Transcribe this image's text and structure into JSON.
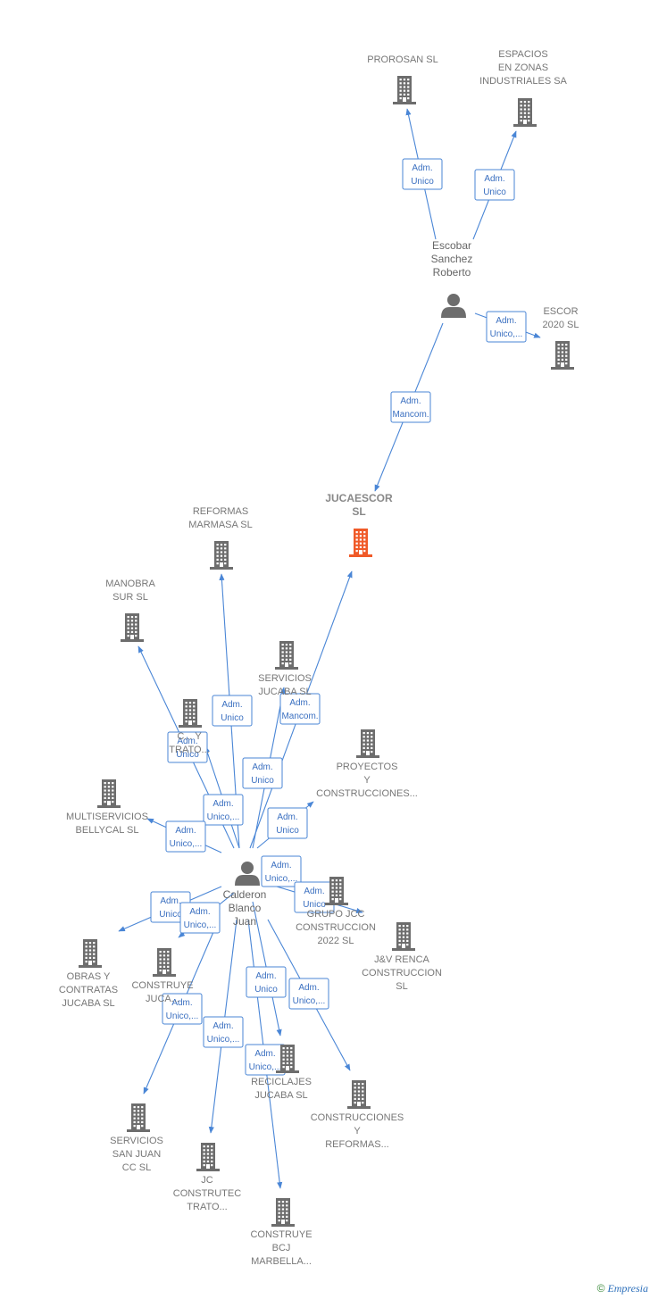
{
  "colors": {
    "company": "#6d6d6d",
    "focus": "#f05a28",
    "person": "#6d6d6d",
    "edge": "#4a86d6"
  },
  "nodes": [
    {
      "id": "prorosan",
      "type": "company",
      "lines": [
        "PROROSAN SL"
      ]
    },
    {
      "id": "espacios",
      "type": "company",
      "lines": [
        "ESPACIOS",
        "EN ZONAS",
        "INDUSTRIALES SA"
      ]
    },
    {
      "id": "escobar",
      "type": "person",
      "lines": [
        "Escobar",
        "Sanchez",
        "Roberto"
      ]
    },
    {
      "id": "escor",
      "type": "company",
      "lines": [
        "ESCOR",
        "2020  SL"
      ]
    },
    {
      "id": "jucaescor",
      "type": "focus",
      "lines": [
        "JUCAESCOR",
        "SL"
      ]
    },
    {
      "id": "marmasa",
      "type": "company",
      "lines": [
        "REFORMAS",
        "MARMASA  SL"
      ]
    },
    {
      "id": "manobra",
      "type": "company",
      "lines": [
        "MANOBRA",
        "SUR SL"
      ]
    },
    {
      "id": "servjucaba",
      "type": "company",
      "lines": [
        "SERVICIOS",
        "JUCABA SL"
      ]
    },
    {
      "id": "cytrato",
      "type": "company",
      "lines": [
        "C...  Y",
        "TRATO..."
      ]
    },
    {
      "id": "proyectos",
      "type": "company",
      "lines": [
        "PROYECTOS",
        "Y",
        "CONSTRUCCIONES..."
      ]
    },
    {
      "id": "multiserv",
      "type": "company",
      "lines": [
        "MULTISERVICIOS",
        "BELLYCAL SL"
      ]
    },
    {
      "id": "calderon",
      "type": "person",
      "lines": [
        "Calderon",
        "Blanco",
        "Juan"
      ]
    },
    {
      "id": "grupojcc",
      "type": "company",
      "lines": [
        "GRUPO JCC",
        "CONSTRUCCION",
        "2022  SL"
      ]
    },
    {
      "id": "jvrenca",
      "type": "company",
      "lines": [
        "J&V RENCA",
        "CONSTRUCCION",
        "SL"
      ]
    },
    {
      "id": "obras",
      "type": "company",
      "lines": [
        "OBRAS Y",
        "CONTRATAS",
        "JUCABA  SL"
      ]
    },
    {
      "id": "construyejucaba",
      "type": "company",
      "lines": [
        "CONSTRUYE",
        "JUCA..."
      ]
    },
    {
      "id": "reciclajes",
      "type": "company",
      "lines": [
        "RECICLAJES",
        "JUCABA  SL"
      ]
    },
    {
      "id": "construcciones",
      "type": "company",
      "lines": [
        "CONSTRUCCIONES",
        "Y",
        "REFORMAS..."
      ]
    },
    {
      "id": "servsanjuan",
      "type": "company",
      "lines": [
        "SERVICIOS",
        "SAN JUAN",
        "CC  SL"
      ]
    },
    {
      "id": "jcconstrutec",
      "type": "company",
      "lines": [
        "JC",
        "CONSTRUTEC",
        "TRATO..."
      ]
    },
    {
      "id": "construyebcj",
      "type": "company",
      "lines": [
        "CONSTRUYE",
        "BCJ",
        "MARBELLA..."
      ]
    }
  ],
  "edges": [
    {
      "from": "escobar",
      "to": "prorosan",
      "role": [
        "Adm.",
        "Unico"
      ]
    },
    {
      "from": "escobar",
      "to": "espacios",
      "role": [
        "Adm.",
        "Unico"
      ]
    },
    {
      "from": "escobar",
      "to": "escor",
      "role": [
        "Adm.",
        "Unico,..."
      ]
    },
    {
      "from": "escobar",
      "to": "jucaescor",
      "role": [
        "Adm.",
        "Mancom."
      ]
    },
    {
      "from": "calderon",
      "to": "marmasa",
      "role": [
        "Adm.",
        "Unico"
      ]
    },
    {
      "from": "calderon",
      "to": "jucaescor",
      "role": [
        "Adm.",
        "Mancom."
      ]
    },
    {
      "from": "calderon",
      "to": "manobra",
      "role": [
        "Adm.",
        "Unico"
      ]
    },
    {
      "from": "calderon",
      "to": "servjucaba",
      "role": [
        "Adm.",
        "Unico"
      ]
    },
    {
      "from": "calderon",
      "to": "cytrato",
      "role": [
        "Adm.",
        "Unico,..."
      ]
    },
    {
      "from": "calderon",
      "to": "proyectos",
      "role": [
        "Adm.",
        "Unico"
      ]
    },
    {
      "from": "calderon",
      "to": "multiserv",
      "role": [
        "Adm.",
        "Unico,..."
      ]
    },
    {
      "from": "calderon",
      "to": "grupojcc",
      "role": [
        "Adm.",
        "Unico,..."
      ]
    },
    {
      "from": "calderon",
      "to": "jvrenca",
      "role": [
        "Adm.",
        "Unico"
      ]
    },
    {
      "from": "calderon",
      "to": "obras",
      "role": [
        "Adm.",
        "Unico"
      ]
    },
    {
      "from": "calderon",
      "to": "construyejucaba",
      "role": [
        "Adm.",
        "Unico,..."
      ]
    },
    {
      "from": "calderon",
      "to": "reciclajes",
      "role": [
        "Adm.",
        "Unico"
      ]
    },
    {
      "from": "calderon",
      "to": "construcciones",
      "role": [
        "Adm.",
        "Unico,..."
      ]
    },
    {
      "from": "calderon",
      "to": "servsanjuan",
      "role": [
        "Adm.",
        "Unico,..."
      ]
    },
    {
      "from": "calderon",
      "to": "jcconstrutec",
      "role": [
        "Adm.",
        "Unico,..."
      ]
    },
    {
      "from": "calderon",
      "to": "construyebcj",
      "role": [
        "Adm.",
        "Unico,..."
      ]
    }
  ],
  "watermark": {
    "symbol": "©",
    "brand": "Empresia"
  }
}
